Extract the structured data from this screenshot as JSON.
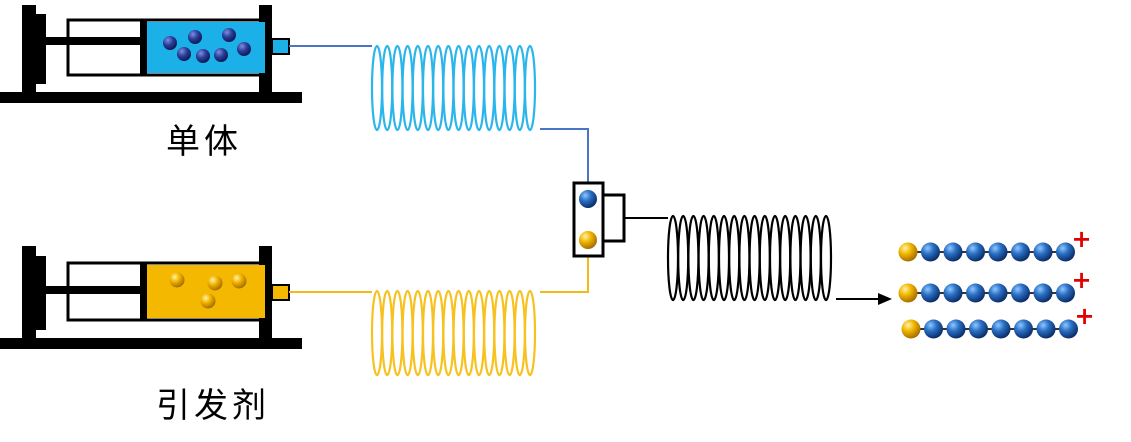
{
  "labels": {
    "monomer": "单体",
    "initiator": "引发剂"
  },
  "charge_symbol": "+",
  "colors": {
    "monomer_fluid": "#1bb0e8",
    "initiator_fluid": "#f5b800",
    "monomer_tube": "#4a74c4",
    "initiator_tube": "#f2bb1a",
    "monomer_coil": "#2ab6ea",
    "initiator_coil": "#f7c21f",
    "product_coil": "#000000",
    "monomer_ball": "#1f5fb0",
    "initiator_ball": "#f0b400",
    "charge": "#e00000"
  },
  "chains": [
    {
      "initiator_units": 1,
      "monomer_units": 7
    },
    {
      "initiator_units": 1,
      "monomer_units": 7
    },
    {
      "initiator_units": 1,
      "monomer_units": 7
    }
  ]
}
